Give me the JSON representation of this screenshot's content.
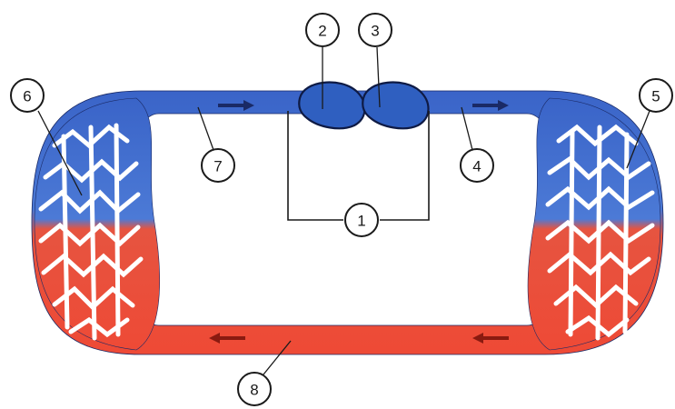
{
  "diagram": {
    "labels": [
      {
        "id": "1",
        "text": "1"
      },
      {
        "id": "2",
        "text": "2"
      },
      {
        "id": "3",
        "text": "3"
      },
      {
        "id": "4",
        "text": "4"
      },
      {
        "id": "5",
        "text": "5"
      },
      {
        "id": "6",
        "text": "6"
      },
      {
        "id": "7",
        "text": "7"
      },
      {
        "id": "8",
        "text": "8"
      }
    ],
    "colors": {
      "deoxygenated_blood": "#3a64c8",
      "oxygenated_blood": "#ee4a36",
      "heart": "#2f5fc0",
      "outline": "#1a1a1a",
      "background": "#ffffff"
    },
    "icons": [
      "flow-arrow-right",
      "flow-arrow-left"
    ]
  }
}
